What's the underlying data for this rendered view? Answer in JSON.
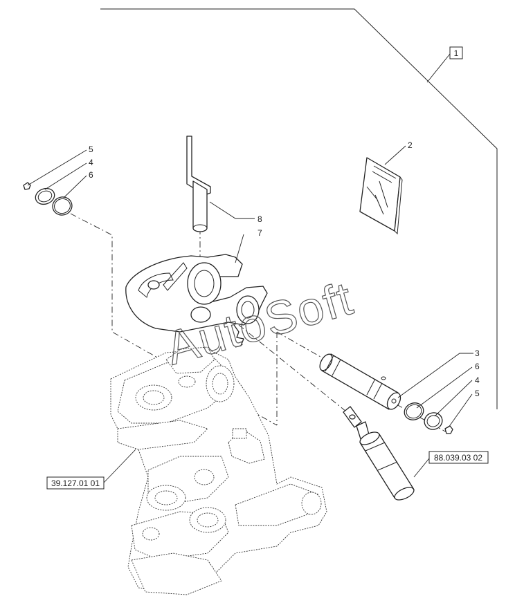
{
  "kit_callout": "1",
  "callouts": {
    "p2": "2",
    "p3": "3",
    "p4_left": "4",
    "p4_right": "4",
    "p5_left": "5",
    "p5_right": "5",
    "p6_left": "6",
    "p6_right": "6",
    "p7": "7",
    "p8": "8"
  },
  "references": {
    "frame_ref": "39.127.01 01",
    "cylinder_ref": "88.039.03 02"
  },
  "watermark": "AutoSoft"
}
